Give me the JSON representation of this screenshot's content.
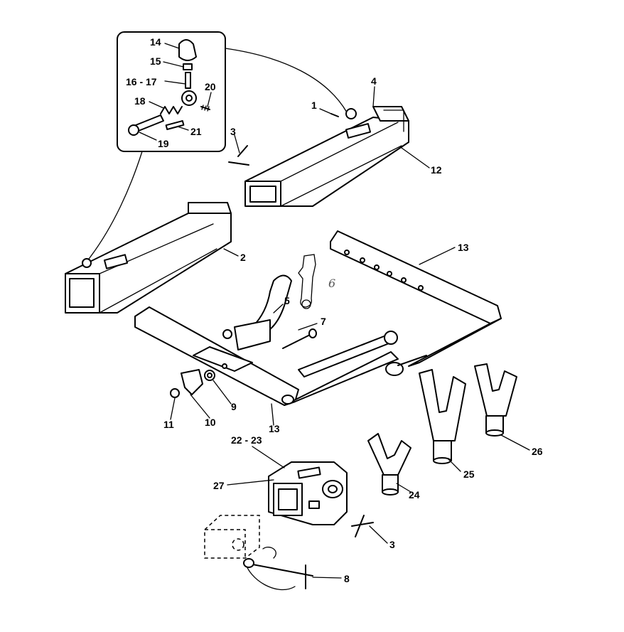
{
  "labels": {
    "p1": "1",
    "p2": "2",
    "p3a": "3",
    "p3b": "3",
    "p4": "4",
    "p5": "5",
    "p6": "6",
    "p7": "7",
    "p8": "8",
    "p9": "9",
    "p10": "10",
    "p11": "11",
    "p12": "12",
    "p13a": "13",
    "p13b": "13",
    "p14": "14",
    "p15": "15",
    "p16_17": "16 - 17",
    "p18": "18",
    "p19": "19",
    "p20": "20",
    "p21": "21",
    "p22_23": "22 - 23",
    "p24": "24",
    "p25": "25",
    "p26": "26",
    "p27": "27"
  }
}
